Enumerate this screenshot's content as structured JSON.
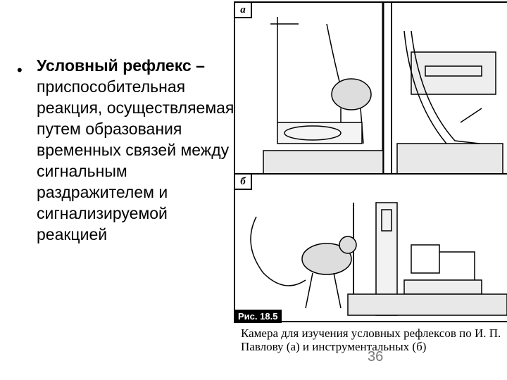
{
  "slide": {
    "term": "Условный рефлекс –",
    "definition": "приспособительная реакция, осуществляемая путем образования временных связей между сигнальным раздражителем и сигнализируемой реакцией"
  },
  "figure": {
    "panel_a_tag": "а",
    "panel_b_tag": "б",
    "label": "Рис. 18.5",
    "caption": "Камера для изучения условных рефлексов по И. П. Павлову (а) и инструментальных (б)"
  },
  "page_number": "36"
}
